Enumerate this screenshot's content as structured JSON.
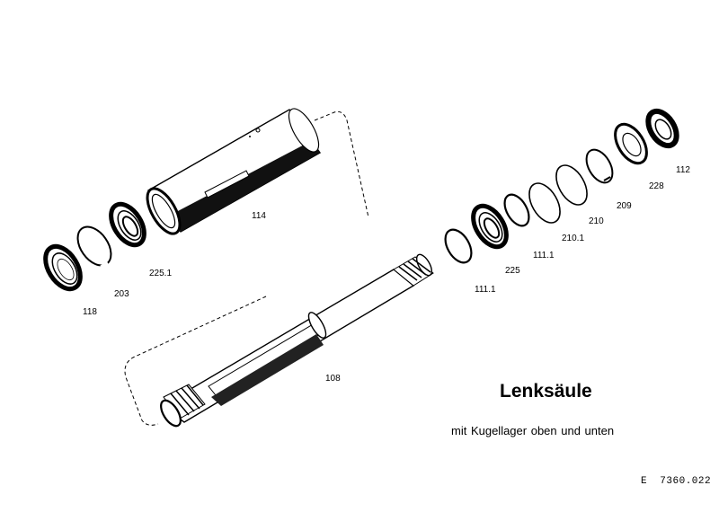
{
  "diagram": {
    "title": "Lenksäule",
    "subtitle": "mit Kugellager  oben    und unten",
    "reference": "E  7360.022",
    "parts": [
      {
        "label": "114"
      },
      {
        "label": "118"
      },
      {
        "label": "203"
      },
      {
        "label": "225.1"
      },
      {
        "label": "108"
      },
      {
        "label": "111.1"
      },
      {
        "label": "225"
      },
      {
        "label": "111.1"
      },
      {
        "label": "210.1"
      },
      {
        "label": "210"
      },
      {
        "label": "209"
      },
      {
        "label": "228"
      },
      {
        "label": "112"
      }
    ]
  }
}
